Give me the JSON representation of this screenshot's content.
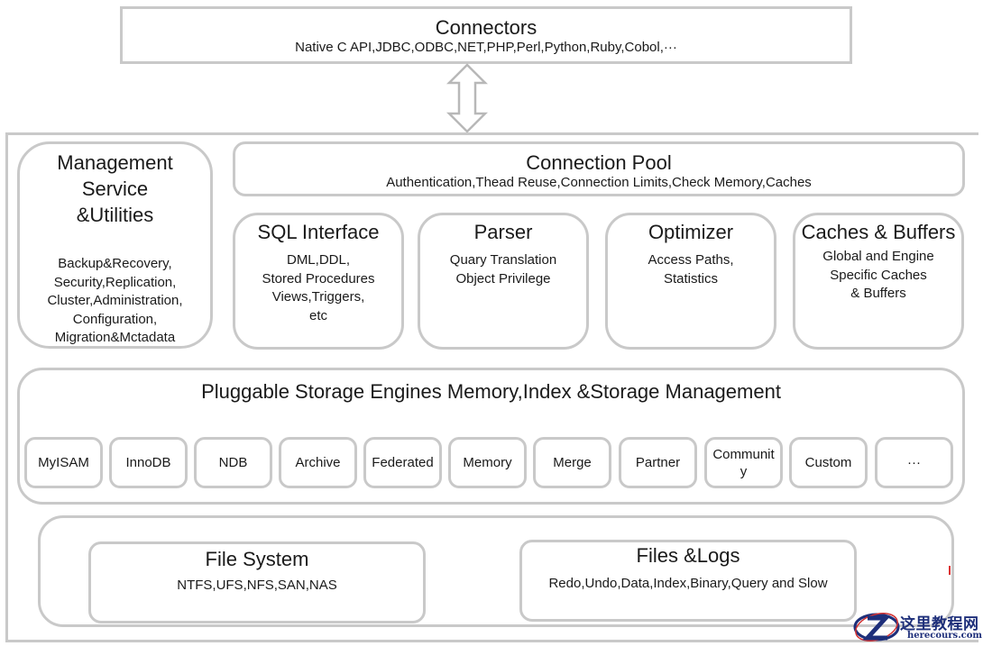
{
  "connectors": {
    "title": "Connectors",
    "subtitle": "Native C API,JDBC,ODBC,NET,PHP,Perl,Python,Ruby,Cobol,···"
  },
  "management": {
    "title_lines": [
      "Management",
      "Service",
      "&Utilities"
    ],
    "detail_lines": [
      "Backup&Recovery,",
      "Security,Replication,",
      "Cluster,Administration,",
      "Configuration,",
      "Migration&Mctadata"
    ]
  },
  "connection_pool": {
    "title": "Connection Pool",
    "subtitle": "Authentication,Thead Reuse,Connection Limits,Check Memory,Caches"
  },
  "modules": [
    {
      "title": "SQL Interface",
      "lines": [
        "DML,DDL,",
        "Stored Procedures",
        "Views,Triggers,",
        "etc"
      ]
    },
    {
      "title": "Parser",
      "lines": [
        "Quary Translation",
        "Object Privilege"
      ]
    },
    {
      "title": "Optimizer",
      "lines": [
        "Access Paths,",
        "Statistics"
      ]
    },
    {
      "title": "Caches & Buffers",
      "lines": [
        "Global and Engine",
        "Specific Caches",
        "& Buffers"
      ]
    }
  ],
  "storage_engines": {
    "title": "Pluggable Storage Engines Memory,Index &Storage Management",
    "engines": [
      "MyISAM",
      "InnoDB",
      "NDB",
      "Archive",
      "Federated",
      "Memory",
      "Merge",
      "Partner",
      "Community",
      "Custom",
      "···"
    ]
  },
  "file_system": {
    "title": "File System",
    "subtitle": "NTFS,UFS,NFS,SAN,NAS"
  },
  "files_logs": {
    "title": "Files &Logs",
    "subtitle": "Redo,Undo,Data,Index,Binary,Query and Slow"
  },
  "watermark": {
    "text": "这里教程网",
    "url": "herecours.com"
  },
  "colors": {
    "border": "#c9c9c9",
    "text": "#1a1a1a",
    "watermark": "#1e2f7a",
    "watermark_accent": "#d33333"
  }
}
